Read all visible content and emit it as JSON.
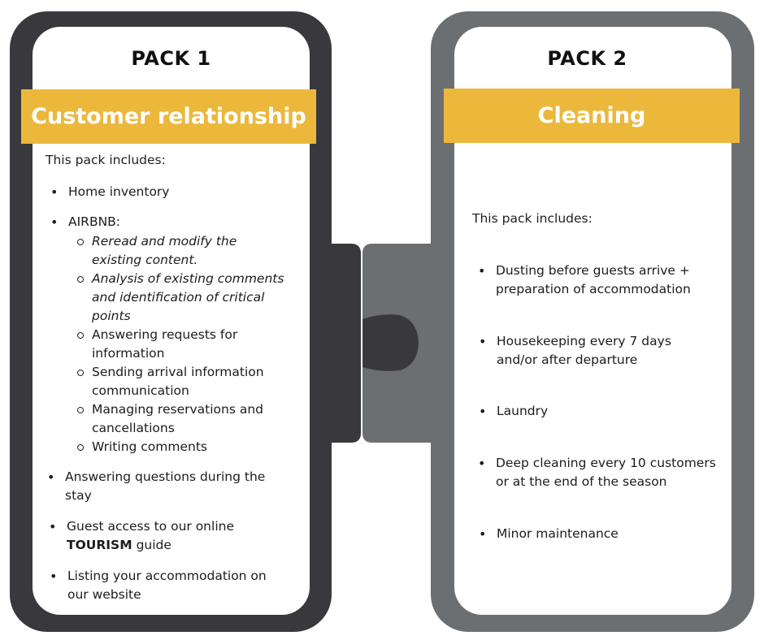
{
  "pack1": {
    "title": "PACK 1",
    "banner": "Customer relationship",
    "intro": "This pack includes:",
    "items": {
      "home_inventory": "Home inventory",
      "airbnb": "AIRBNB:",
      "airbnb_sub": [
        "Reread and modify the existing content.",
        "Analysis of existing comments and identification of critical points",
        "Answering requests for information",
        "Sending arrival information communication",
        "Managing reservations and cancellations",
        "Writing comments"
      ],
      "answering": "Answering questions during the stay",
      "guest_access_pre": "Guest access to our online",
      "guest_access_bold": "TOURISM",
      "guest_access_post": "guide",
      "listing": "Listing your accommodation on our website"
    }
  },
  "pack2": {
    "title": "PACK 2",
    "banner": "Cleaning",
    "intro": "This pack includes:",
    "items": [
      "Dusting before guests arrive + preparation of accommodation",
      "Housekeeping every 7 days and/or after departure",
      "Laundry",
      "Deep cleaning every 10 customers or at the end of the season",
      "Minor maintenance"
    ]
  },
  "colors": {
    "pack1_frame": "#39393d",
    "pack2_frame": "#6c6f72",
    "banner": "#ecb83c",
    "card": "#ffffff"
  }
}
